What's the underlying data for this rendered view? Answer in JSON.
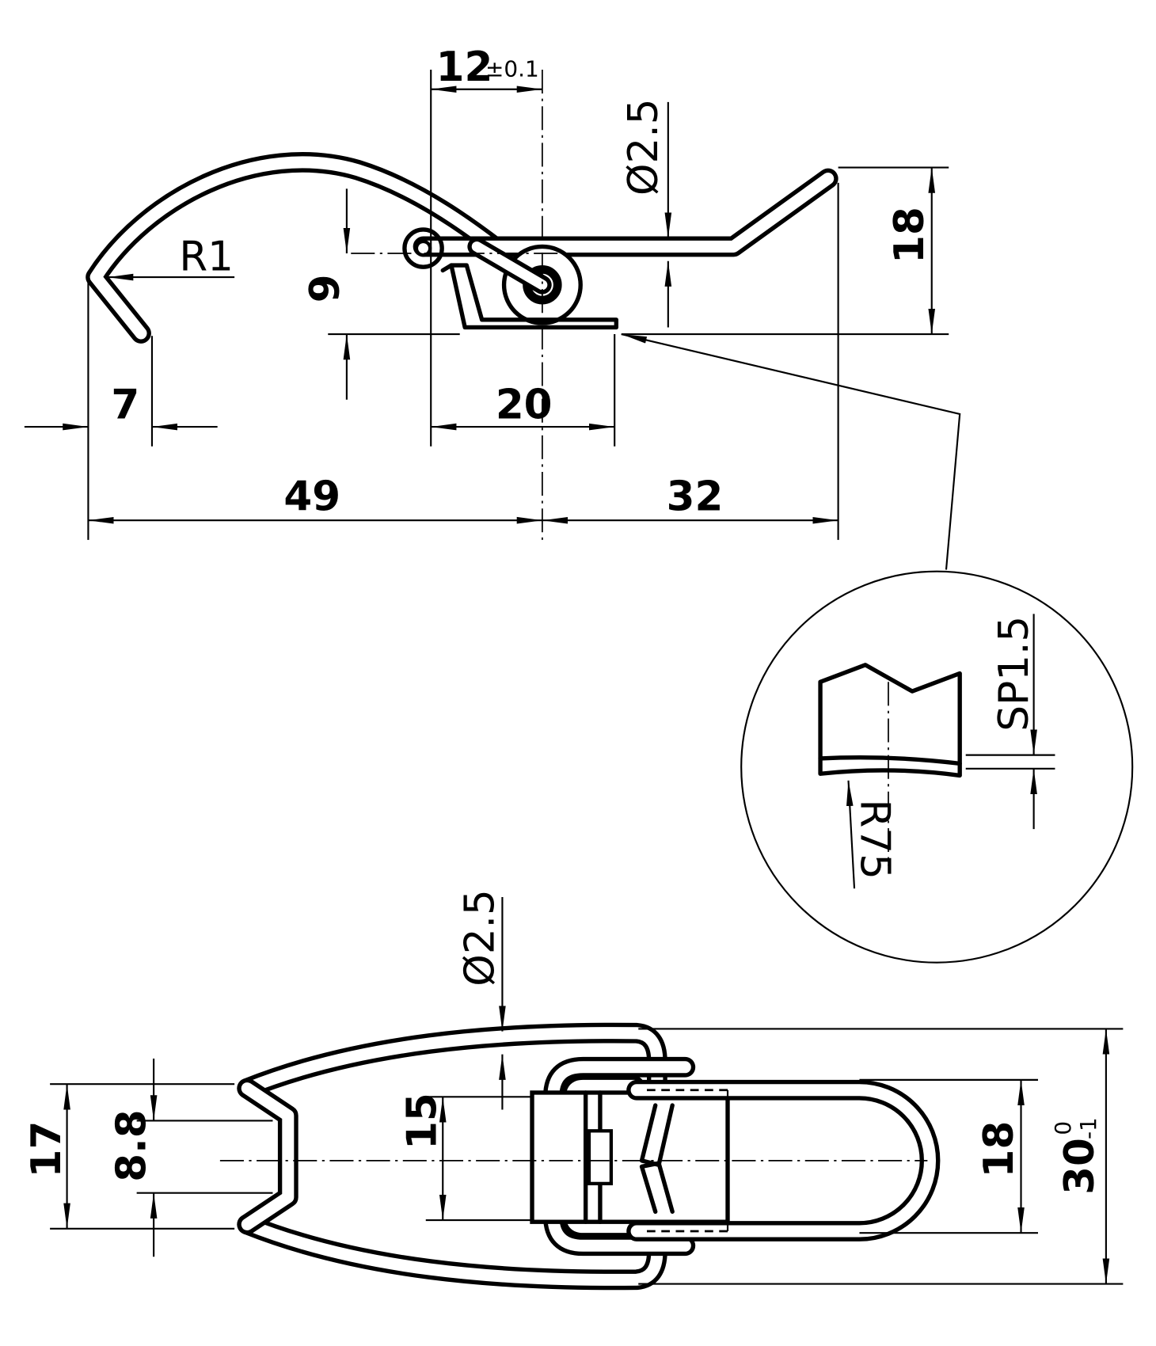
{
  "top_view": {
    "dims": {
      "pivot_offset": "12",
      "pivot_tolerance": "±0.1",
      "wire_diameter": "Ø2.5",
      "lever_height": "18",
      "hook_radius": "R1",
      "pivot_height": "9",
      "hook_tip": "7",
      "plate_length": "20",
      "hook_length": "49",
      "lever_length": "32"
    }
  },
  "detail_view": {
    "dims": {
      "plate_thickness": "SP1.5",
      "plate_radius": "R75"
    }
  },
  "bottom_view": {
    "dims": {
      "wire_diameter": "Ø2.5",
      "hook_width": "17",
      "hook_inner": "8.8",
      "body_width": "15",
      "latch_width": "18",
      "overall_width": "30",
      "overall_tol_upper": "0",
      "overall_tol_lower": "-1"
    }
  }
}
